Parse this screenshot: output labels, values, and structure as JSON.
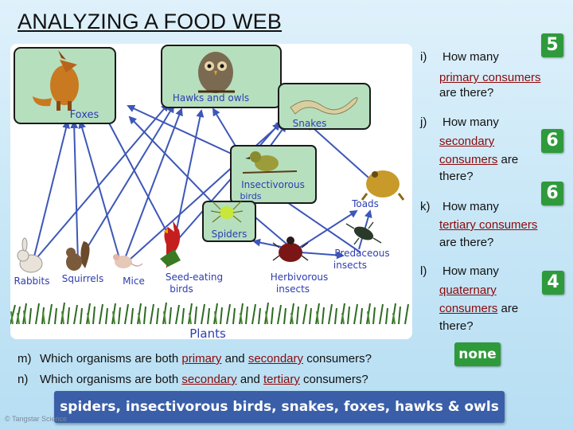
{
  "title": "ANALYZING A FOOD WEB",
  "diagram": {
    "nodes": {
      "foxes": "Foxes",
      "hawks": "Hawks and owls",
      "snakes": "Snakes",
      "insectivorous_birds": "Insectivorous birds",
      "toads": "Toads",
      "spiders": "Spiders",
      "predaceous_insects": "Predaceous insects",
      "rabbits": "Rabbits",
      "squirrels": "Squirrels",
      "mice": "Mice",
      "seed_eating_birds": "Seed-eating birds",
      "herbivorous_insects": "Herbivorous insects",
      "plants": "Plants"
    },
    "colors": {
      "arrow": "#3d57b8",
      "node_border": "#1a1a1a",
      "node_fill": "#b6dfbe"
    }
  },
  "questions": {
    "i": {
      "num": "i)",
      "text": "How many",
      "highlight": "primary consumers",
      "rest": "are there?",
      "answer": "5"
    },
    "j": {
      "num": "j)",
      "text": "How many",
      "highlight1": "secondary",
      "highlight2": "consumers",
      "rest1": "are",
      "rest2": "there?",
      "answer": "6"
    },
    "k": {
      "num": "k)",
      "text": "How many",
      "highlight": "tertiary consumers",
      "rest": "are there?",
      "answer": "6"
    },
    "l": {
      "num": "l)",
      "text": "How many",
      "highlight1": "quaternary",
      "highlight2": "consumers",
      "rest1": "are",
      "rest2": "there?",
      "answer": "4"
    },
    "m": {
      "num": "m)",
      "pre": "Which organisms are both",
      "w1": "primary",
      "and": "and",
      "w2": "secondary",
      "post": "consumers?",
      "answer": "none"
    },
    "n": {
      "num": "n)",
      "pre": "Which organisms are both",
      "w1": "secondary",
      "and": "and",
      "w2": "tertiary",
      "post": "consumers?",
      "answer": "spiders, insectivorous birds, snakes, foxes, hawks & owls"
    }
  },
  "copyright": "© Tangstar Science"
}
